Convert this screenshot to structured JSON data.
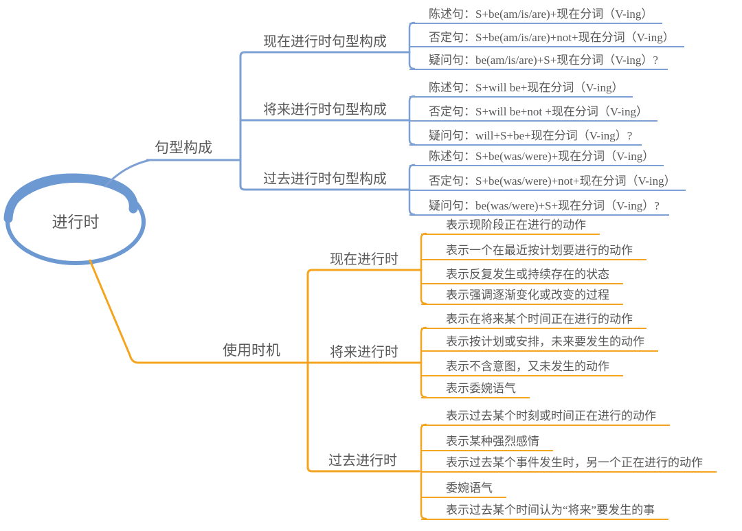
{
  "root_label": "进行时",
  "branches": [
    {
      "label": "句型构成",
      "children": [
        {
          "label": "现在进行时句型构成",
          "leaves": [
            "陈述句：S+be(am/is/are)+现在分词（V-ing）",
            "否定句：S+be(am/is/are)+not+现在分词（V-ing）",
            "疑问句：be(am/is/are)+S+现在分词（V-ing）?"
          ]
        },
        {
          "label": "将来进行时句型构成",
          "leaves": [
            "陈述句：S+will be+现在分词（V-ing）",
            "否定句：S+will be+not +现在分词（V-ing）",
            "疑问句：will+S+be+现在分词（V-ing）?"
          ]
        },
        {
          "label": "过去进行时句型构成",
          "leaves": [
            "陈述句：S+be(was/were)+现在分词（V-ing）",
            "否定句：S+be(was/were)+not+现在分词（V-ing）",
            "疑问句：be(was/were)+S+现在分词（V-ing）?"
          ]
        }
      ]
    },
    {
      "label": "使用时机",
      "children": [
        {
          "label": "现在进行时",
          "leaves": [
            "表示现阶段正在进行的动作",
            "表示一个在最近按计划要进行的动作",
            "表示反复发生或持续存在的状态",
            "表示强调逐渐变化或改变的过程"
          ]
        },
        {
          "label": "将来进行时",
          "leaves": [
            "表示在将来某个时间正在进行的动作",
            "表示按计划或安排，未来要发生的动作",
            "表示不含意图，又未发生的动作",
            "表示委婉语气"
          ]
        },
        {
          "label": "过去进行时",
          "leaves": [
            "表示过去某个时刻或时间正在进行的动作",
            "表示某种强烈感情",
            "表示过去某个事件发生时，另一个正在进行的动作",
            "委婉语气",
            "表示过去某个时间认为“将来”要发生的事"
          ]
        }
      ]
    }
  ],
  "colors": {
    "branch_blue": "#7da0d4",
    "ellipse_blue": "#6d99d2",
    "branch_orange": "#f5a41f",
    "text_gray": "#595959"
  }
}
